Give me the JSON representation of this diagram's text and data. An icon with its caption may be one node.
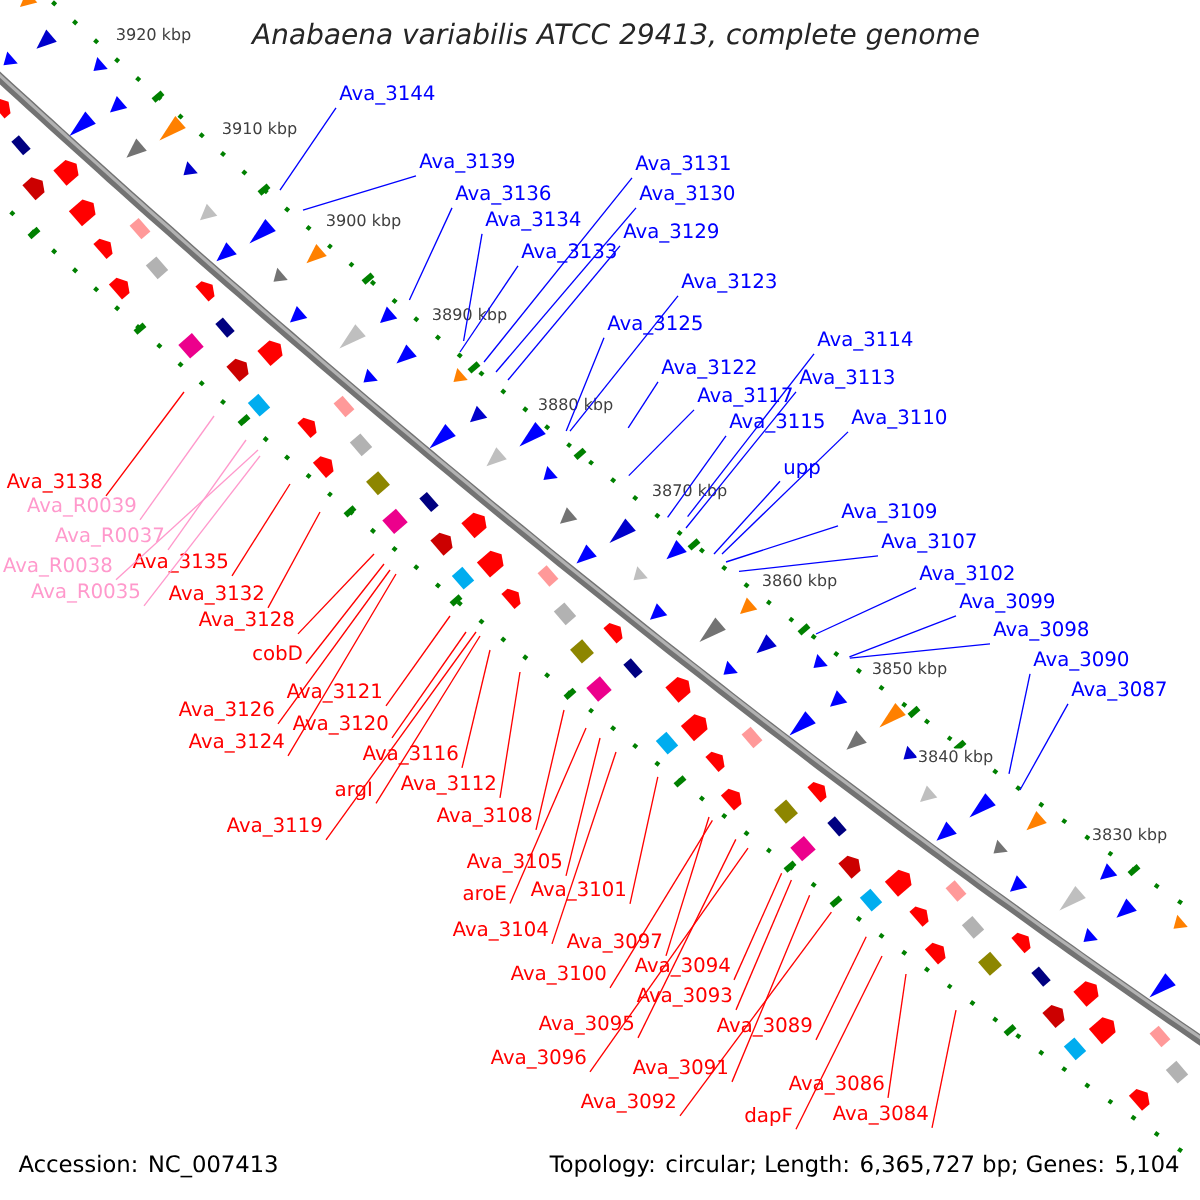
{
  "diagram": {
    "title": "Anabaena variabilis ATCC 29413, complete genome",
    "nodes": [
      {
        "text": [
          "Ava_3144"
        ]
      },
      {
        "text": [
          "Ava_3139"
        ]
      },
      {
        "text": [
          "Ava_3136"
        ]
      },
      {
        "text": [
          "Ava_3134"
        ]
      },
      {
        "text": [
          "Ava_3133"
        ]
      },
      {
        "text": [
          "Ava_3131"
        ]
      },
      {
        "text": [
          "Ava_3130"
        ]
      },
      {
        "text": [
          "Ava_3129"
        ]
      },
      {
        "text": [
          "Ava_3123"
        ]
      },
      {
        "text": [
          "Ava_3125"
        ]
      },
      {
        "text": [
          "Ava_3122"
        ]
      },
      {
        "text": [
          "Ava_3117"
        ]
      },
      {
        "text": [
          "Ava_3115"
        ]
      },
      {
        "text": [
          "Ava_3114"
        ]
      },
      {
        "text": [
          "Ava_3113"
        ]
      },
      {
        "text": [
          "Ava_3110"
        ]
      },
      {
        "text": [
          "upp"
        ]
      },
      {
        "text": [
          "Ava_3109"
        ]
      },
      {
        "text": [
          "Ava_3107"
        ]
      },
      {
        "text": [
          "Ava_3102"
        ]
      },
      {
        "text": [
          "Ava_3099"
        ]
      },
      {
        "text": [
          "Ava_3098"
        ]
      },
      {
        "text": [
          "Ava_3090"
        ]
      },
      {
        "text": [
          "Ava_3087"
        ]
      },
      {
        "text": [
          "Ava_3138"
        ]
      },
      {
        "text": [
          "Ava_R0039"
        ]
      },
      {
        "text": [
          "Ava_R0037"
        ]
      },
      {
        "text": [
          "Ava_R0038"
        ]
      },
      {
        "text": [
          "Ava_R0035"
        ]
      },
      {
        "text": [
          "Ava_3135"
        ]
      },
      {
        "text": [
          "Ava_3132"
        ]
      },
      {
        "text": [
          "Ava_3128"
        ]
      },
      {
        "text": [
          "cobD"
        ]
      },
      {
        "text": [
          "Ava_3126"
        ]
      },
      {
        "text": [
          "Ava_3124"
        ]
      },
      {
        "text": [
          "Ava_3121"
        ]
      },
      {
        "text": [
          "Ava_3120"
        ]
      },
      {
        "text": [
          "Ava_3116"
        ]
      },
      {
        "text": [
          "argI"
        ]
      },
      {
        "text": [
          "Ava_3119"
        ]
      },
      {
        "text": [
          "Ava_3112"
        ]
      },
      {
        "text": [
          "Ava_3108"
        ]
      },
      {
        "text": [
          "Ava_3105"
        ]
      },
      {
        "text": [
          "aroE"
        ]
      },
      {
        "text": [
          "Ava_3101"
        ]
      },
      {
        "text": [
          "Ava_3104"
        ]
      },
      {
        "text": [
          "Ava_3097"
        ]
      },
      {
        "text": [
          "Ava_3100"
        ]
      },
      {
        "text": [
          "Ava_3094"
        ]
      },
      {
        "text": [
          "Ava_3093"
        ]
      },
      {
        "text": [
          "Ava_3095"
        ]
      },
      {
        "text": [
          "Ava_3091"
        ]
      },
      {
        "text": [
          "Ava_3096"
        ]
      },
      {
        "text": [
          "Ava_3089"
        ]
      },
      {
        "text": [
          "Ava_3092"
        ]
      },
      {
        "text": [
          "Ava_3086"
        ]
      },
      {
        "text": [
          "dapF"
        ]
      },
      {
        "text": [
          "Ava_3084"
        ]
      }
    ],
    "edges": [
      {
        "from": 0,
        "to": null,
        "arrow": "none",
        "color": "#0000ff"
      },
      {
        "from": 1,
        "to": null,
        "arrow": "none",
        "color": "#0000ff"
      },
      {
        "from": 2,
        "to": null,
        "arrow": "none",
        "color": "#0000ff"
      },
      {
        "from": 3,
        "to": null,
        "arrow": "none",
        "color": "#0000ff"
      },
      {
        "from": 4,
        "to": null,
        "arrow": "none",
        "color": "#0000ff"
      },
      {
        "from": 5,
        "to": null,
        "arrow": "none",
        "color": "#0000ff"
      },
      {
        "from": 6,
        "to": null,
        "arrow": "none",
        "color": "#0000ff"
      },
      {
        "from": 7,
        "to": null,
        "arrow": "none",
        "color": "#0000ff"
      },
      {
        "from": 8,
        "to": null,
        "arrow": "none",
        "color": "#0000ff"
      },
      {
        "from": 9,
        "to": null,
        "arrow": "none",
        "color": "#0000ff"
      },
      {
        "from": 10,
        "to": null,
        "arrow": "none",
        "color": "#0000ff"
      },
      {
        "from": 11,
        "to": null,
        "arrow": "none",
        "color": "#0000ff"
      },
      {
        "from": 12,
        "to": null,
        "arrow": "none",
        "color": "#0000ff"
      },
      {
        "from": 13,
        "to": null,
        "arrow": "none",
        "color": "#0000ff"
      },
      {
        "from": 14,
        "to": null,
        "arrow": "none",
        "color": "#0000ff"
      },
      {
        "from": 15,
        "to": null,
        "arrow": "none",
        "color": "#0000ff"
      },
      {
        "from": 16,
        "to": null,
        "arrow": "none",
        "color": "#0000ff"
      },
      {
        "from": 17,
        "to": null,
        "arrow": "none",
        "color": "#0000ff"
      },
      {
        "from": 18,
        "to": null,
        "arrow": "none",
        "color": "#0000ff"
      },
      {
        "from": 19,
        "to": null,
        "arrow": "none",
        "color": "#0000ff"
      },
      {
        "from": 20,
        "to": null,
        "arrow": "none",
        "color": "#0000ff"
      },
      {
        "from": 21,
        "to": null,
        "arrow": "none",
        "color": "#0000ff"
      },
      {
        "from": 22,
        "to": null,
        "arrow": "none",
        "color": "#0000ff"
      },
      {
        "from": 23,
        "to": null,
        "arrow": "none",
        "color": "#0000ff"
      },
      {
        "from": 24,
        "to": null,
        "arrow": "none"
      },
      {
        "from": 25,
        "to": null,
        "arrow": "none",
        "color": "#ff99cc"
      },
      {
        "from": 26,
        "to": null,
        "arrow": "none",
        "color": "#ff99cc"
      },
      {
        "from": 27,
        "to": null,
        "arrow": "none",
        "color": "#ff99cc"
      },
      {
        "from": 28,
        "to": null,
        "arrow": "none",
        "color": "#ff99cc"
      },
      {
        "from": 29,
        "to": null,
        "arrow": "none"
      },
      {
        "from": 30,
        "to": null,
        "arrow": "none"
      },
      {
        "from": 31,
        "to": null,
        "arrow": "none"
      },
      {
        "from": 32,
        "to": null,
        "arrow": "none"
      },
      {
        "from": 33,
        "to": null,
        "arrow": "none"
      },
      {
        "from": 34,
        "to": null,
        "arrow": "none"
      },
      {
        "from": 35,
        "to": null,
        "arrow": "none"
      },
      {
        "from": 36,
        "to": null,
        "arrow": "none"
      },
      {
        "from": 37,
        "to": null,
        "arrow": "none"
      },
      {
        "from": 38,
        "to": null,
        "arrow": "none"
      },
      {
        "from": 39,
        "to": null,
        "arrow": "none"
      },
      {
        "from": 40,
        "to": null,
        "arrow": "none"
      },
      {
        "from": 41,
        "to": null,
        "arrow": "none"
      },
      {
        "from": 42,
        "to": null,
        "arrow": "none"
      },
      {
        "from": 43,
        "to": null,
        "arrow": "none"
      },
      {
        "from": 44,
        "to": null,
        "arrow": "none"
      },
      {
        "from": 45,
        "to": null,
        "arrow": "none"
      },
      {
        "from": 46,
        "to": null,
        "arrow": "none"
      },
      {
        "from": 47,
        "to": null,
        "arrow": "none"
      },
      {
        "from": 48,
        "to": null,
        "arrow": "none"
      },
      {
        "from": 49,
        "to": null,
        "arrow": "none"
      },
      {
        "from": 50,
        "to": null,
        "arrow": "none"
      },
      {
        "from": 51,
        "to": null,
        "arrow": "none"
      },
      {
        "from": 52,
        "to": null,
        "arrow": "none"
      },
      {
        "from": 53,
        "to": null,
        "arrow": "none"
      },
      {
        "from": 54,
        "to": null,
        "arrow": "none"
      },
      {
        "from": 55,
        "to": null,
        "arrow": "none"
      },
      {
        "from": 56,
        "to": null,
        "arrow": "none"
      },
      {
        "from": 57,
        "to": null,
        "arrow": "none"
      }
    ],
    "labels": [
      "3920 kbp",
      "3910 kbp",
      "3900 kbp",
      "3890 kbp",
      "3880 kbp",
      "3870 kbp",
      "3860 kbp",
      "3850 kbp",
      "3840 kbp",
      "3830 kbp",
      "Accession: NC_007413",
      "Topology: circular; Length: 6,365,727 bp; Genes: 5,104"
    ]
  }
}
